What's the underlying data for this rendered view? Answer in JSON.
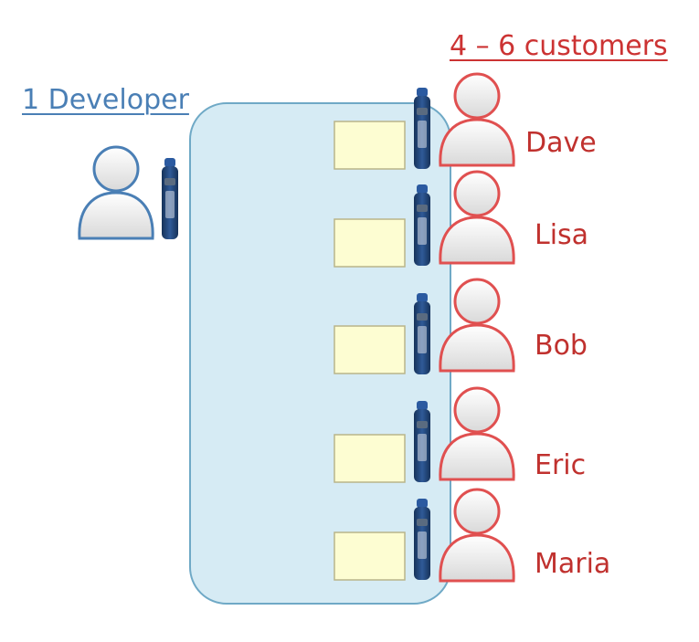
{
  "developer_label": "1 Developer",
  "customers_label": "4 – 6 customers",
  "customers": [
    {
      "name": "Dave"
    },
    {
      "name": "Lisa"
    },
    {
      "name": "Bob"
    },
    {
      "name": "Eric"
    },
    {
      "name": "Maria"
    }
  ],
  "colors": {
    "developer_outline": "#4a7fb5",
    "customer_outline": "#e05050",
    "customer_text": "#c0312e",
    "board_fill": "#d6ebf4",
    "board_stroke": "#6fa9c6",
    "sticky_fill": "#fdfdd2",
    "sticky_stroke": "#b9b58a",
    "marker_body": "#1f3f72"
  },
  "icons": {
    "person": "person-icon",
    "marker": "marker-icon",
    "sticky_note": "sticky-note"
  }
}
